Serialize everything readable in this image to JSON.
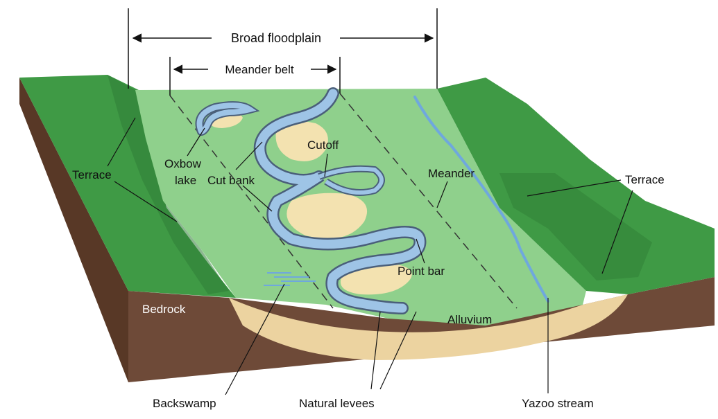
{
  "labels": {
    "broad_floodplain": "Broad floodplain",
    "meander_belt": "Meander belt",
    "terrace_left": "Terrace",
    "terrace_right": "Terrace",
    "oxbow_lake_1": "Oxbow",
    "oxbow_lake_2": "lake",
    "cut_bank": "Cut bank",
    "cutoff": "Cutoff",
    "meander": "Meander",
    "point_bar": "Point bar",
    "bedrock": "Bedrock",
    "alluvium": "Alluvium",
    "backswamp": "Backswamp",
    "natural_levees": "Natural levees",
    "yazoo_stream": "Yazoo stream"
  },
  "colors": {
    "floodplain": "#8fd08c",
    "hills": "#3f9a45",
    "hills_dark": "#2f7d36",
    "river": "#9ec4e6",
    "river_edge": "#4a5f7a",
    "point_bar": "#f3e2b0",
    "alluvium": "#ecd3a0",
    "bedrock": "#6e4a38",
    "bedrock_dark": "#583826"
  }
}
